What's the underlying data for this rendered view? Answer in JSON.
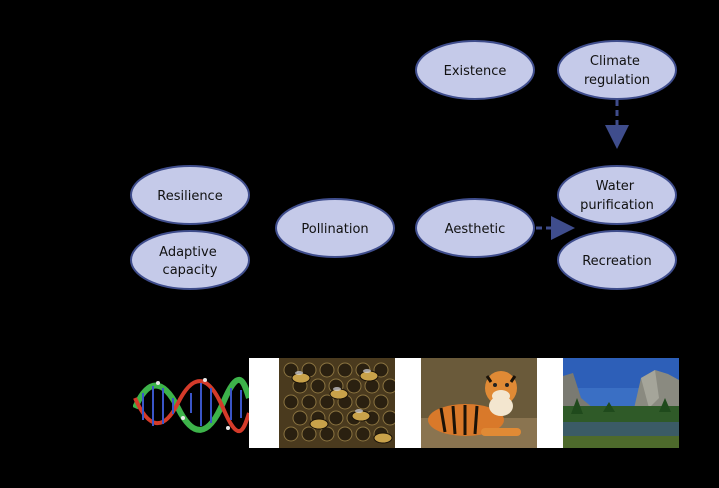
{
  "nodes": {
    "existence": "Existence",
    "climate_regulation": [
      "Climate",
      "regulation"
    ],
    "resilience": "Resilience",
    "adaptive_capacity": [
      "Adaptive",
      "capacity"
    ],
    "pollination": "Pollination",
    "aesthetic": "Aesthetic",
    "water_purification": [
      "Water",
      "purification"
    ],
    "recreation": "Recreation"
  },
  "colors": {
    "background": "#000000",
    "node_fill": "#c5cae9",
    "node_stroke": "#3f4d8c",
    "arrow": "#3f4d8c"
  },
  "photos": [
    "dna-helix-image",
    "honeybee-comb-image",
    "tiger-image",
    "valley-river-landscape-image"
  ]
}
